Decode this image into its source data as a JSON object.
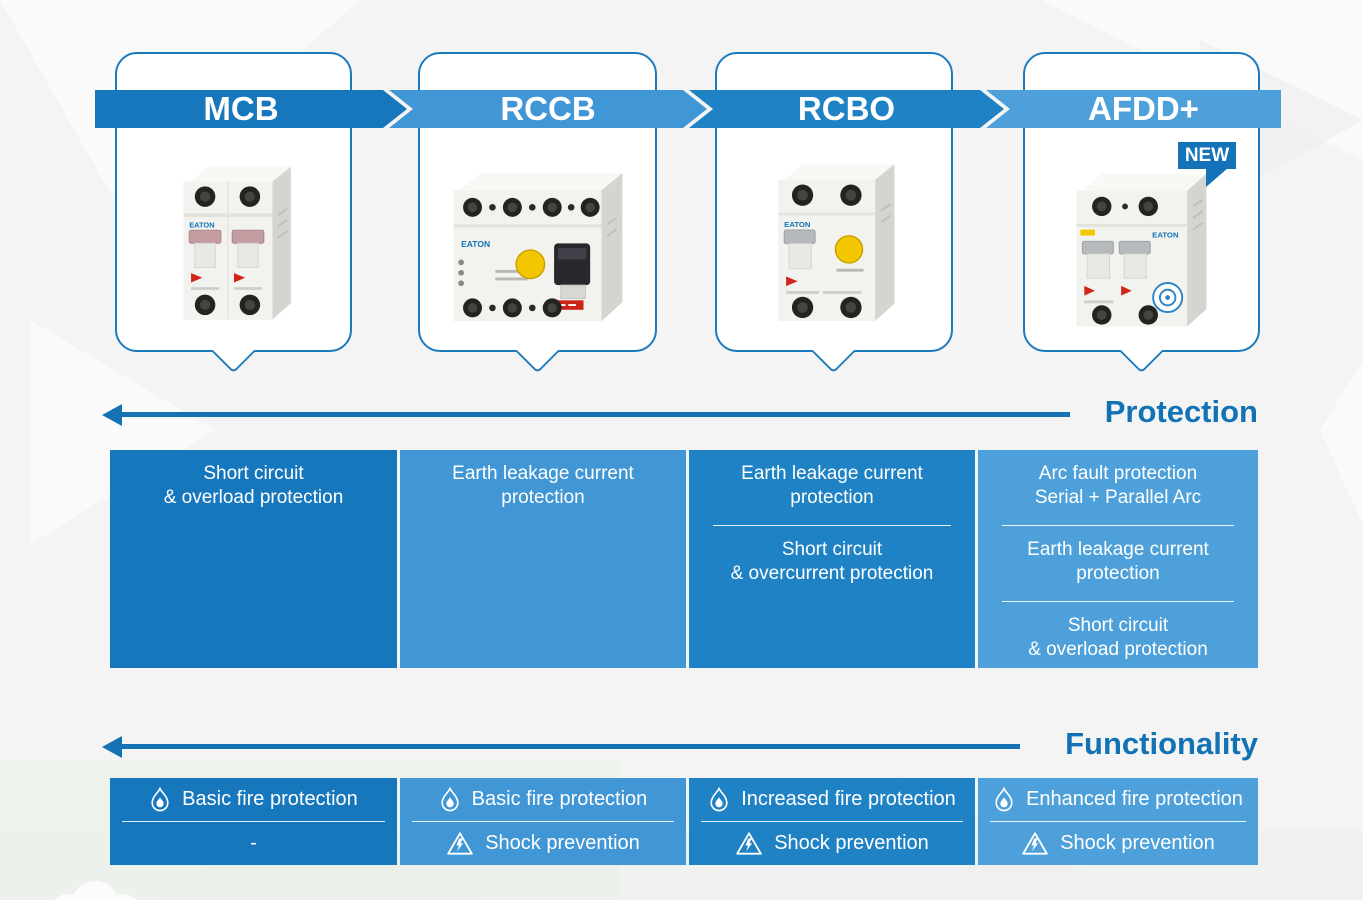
{
  "brand": "EATON",
  "new_badge": "NEW",
  "arrows": {
    "protection": "Protection",
    "functionality": "Functionality"
  },
  "colors": {
    "dark_blue": "#1677bd",
    "blue": "#1f82c4",
    "light_blue": "#4197d5",
    "lighter_blue": "#4da0d9",
    "arrow_blue": "#1573b5",
    "heading_blue": "#1272b4",
    "card_border_blue": "#1b79bd",
    "badge_blue": "#1472b8"
  },
  "columns": [
    {
      "id": "mcb",
      "label": "MCB",
      "color": "#1677bd",
      "device": "2-pole miniature circuit breaker with pink toggles",
      "protection": [
        "Short circuit\n& overload protection"
      ],
      "functionality": [
        {
          "icon": "fire-icon",
          "text": "Basic fire protection"
        },
        {
          "icon": "",
          "text": "-"
        }
      ]
    },
    {
      "id": "rccb",
      "label": "RCCB",
      "color": "#4197d5",
      "device": "4-pole residual current circuit breaker with yellow test button",
      "protection": [
        "Earth leakage current\nprotection"
      ],
      "functionality": [
        {
          "icon": "fire-icon",
          "text": "Basic fire protection"
        },
        {
          "icon": "shock-icon",
          "text": "Shock prevention"
        }
      ]
    },
    {
      "id": "rcbo",
      "label": "RCBO",
      "color": "#1f82c4",
      "device": "2-pole RCBO with grey toggle and yellow test button",
      "protection": [
        "Earth leakage current\nprotection",
        "Short circuit\n& overcurrent protection"
      ],
      "functionality": [
        {
          "icon": "fire-icon",
          "text": "Increased fire protection"
        },
        {
          "icon": "shock-icon",
          "text": "Shock prevention"
        }
      ]
    },
    {
      "id": "afdd",
      "label": "AFDD+",
      "color": "#4da0d9",
      "device": "2-pole arc fault detection device",
      "protection": [
        "Arc fault protection\nSerial + Parallel Arc",
        "Earth leakage current\nprotection",
        "Short circuit\n& overload protection"
      ],
      "functionality": [
        {
          "icon": "fire-icon",
          "text": "Enhanced fire protection"
        },
        {
          "icon": "shock-icon",
          "text": "Shock prevention"
        }
      ]
    }
  ]
}
